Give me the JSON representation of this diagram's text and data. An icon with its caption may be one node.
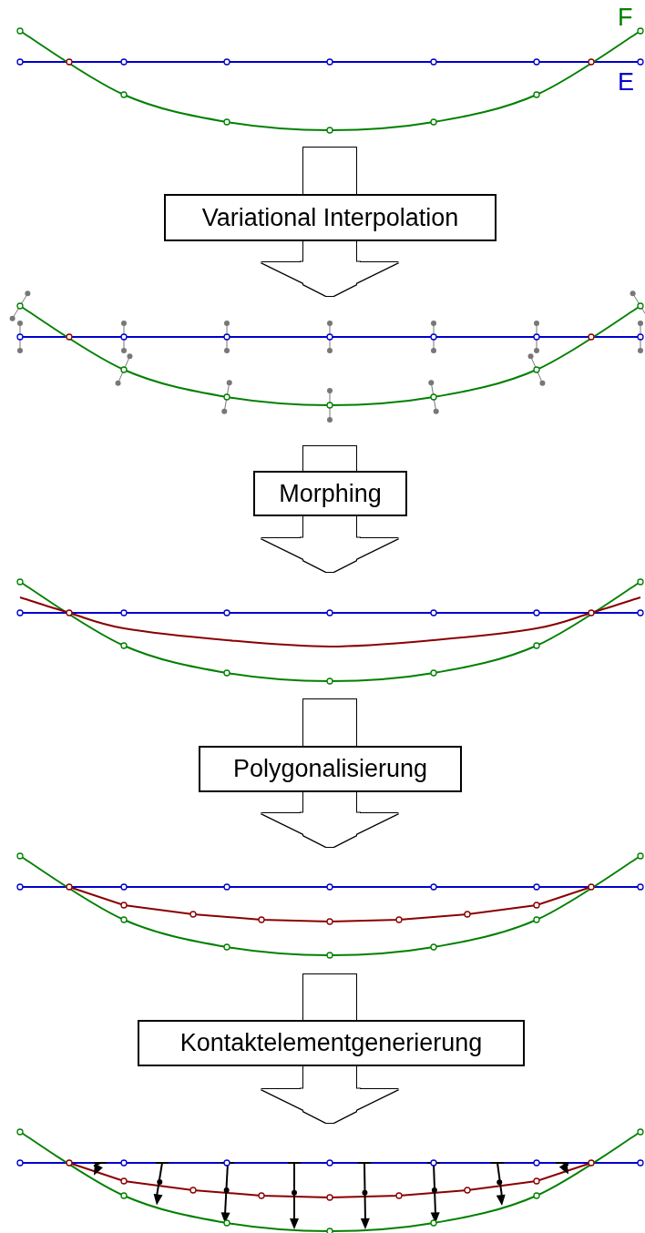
{
  "diagram": {
    "nodes": [
      {
        "text": [],
        "shape": "picture"
      },
      {
        "text": [
          "Variational Interpolation"
        ]
      },
      {
        "text": [],
        "shape": "picture"
      },
      {
        "text": [
          "Morphing"
        ]
      },
      {
        "text": [],
        "shape": "picture"
      },
      {
        "text": [
          "Polygonalisierung"
        ]
      },
      {
        "text": [],
        "shape": "picture"
      },
      {
        "text": [
          "Kontaktelementgenerierung"
        ]
      },
      {
        "text": [],
        "shape": "picture"
      }
    ],
    "edges": [
      {
        "from": 0,
        "to": 1,
        "arrow": "none"
      },
      {
        "from": 1,
        "to": 2,
        "arrow": "to"
      },
      {
        "from": 2,
        "to": 3,
        "arrow": "none"
      },
      {
        "from": 3,
        "to": 4,
        "arrow": "to"
      },
      {
        "from": 4,
        "to": 5,
        "arrow": "none"
      },
      {
        "from": 5,
        "to": 6,
        "arrow": "to"
      },
      {
        "from": 6,
        "to": 7,
        "arrow": "none"
      },
      {
        "from": 7,
        "to": 8,
        "arrow": "to"
      }
    ],
    "labels": [
      "F",
      "E"
    ]
  }
}
